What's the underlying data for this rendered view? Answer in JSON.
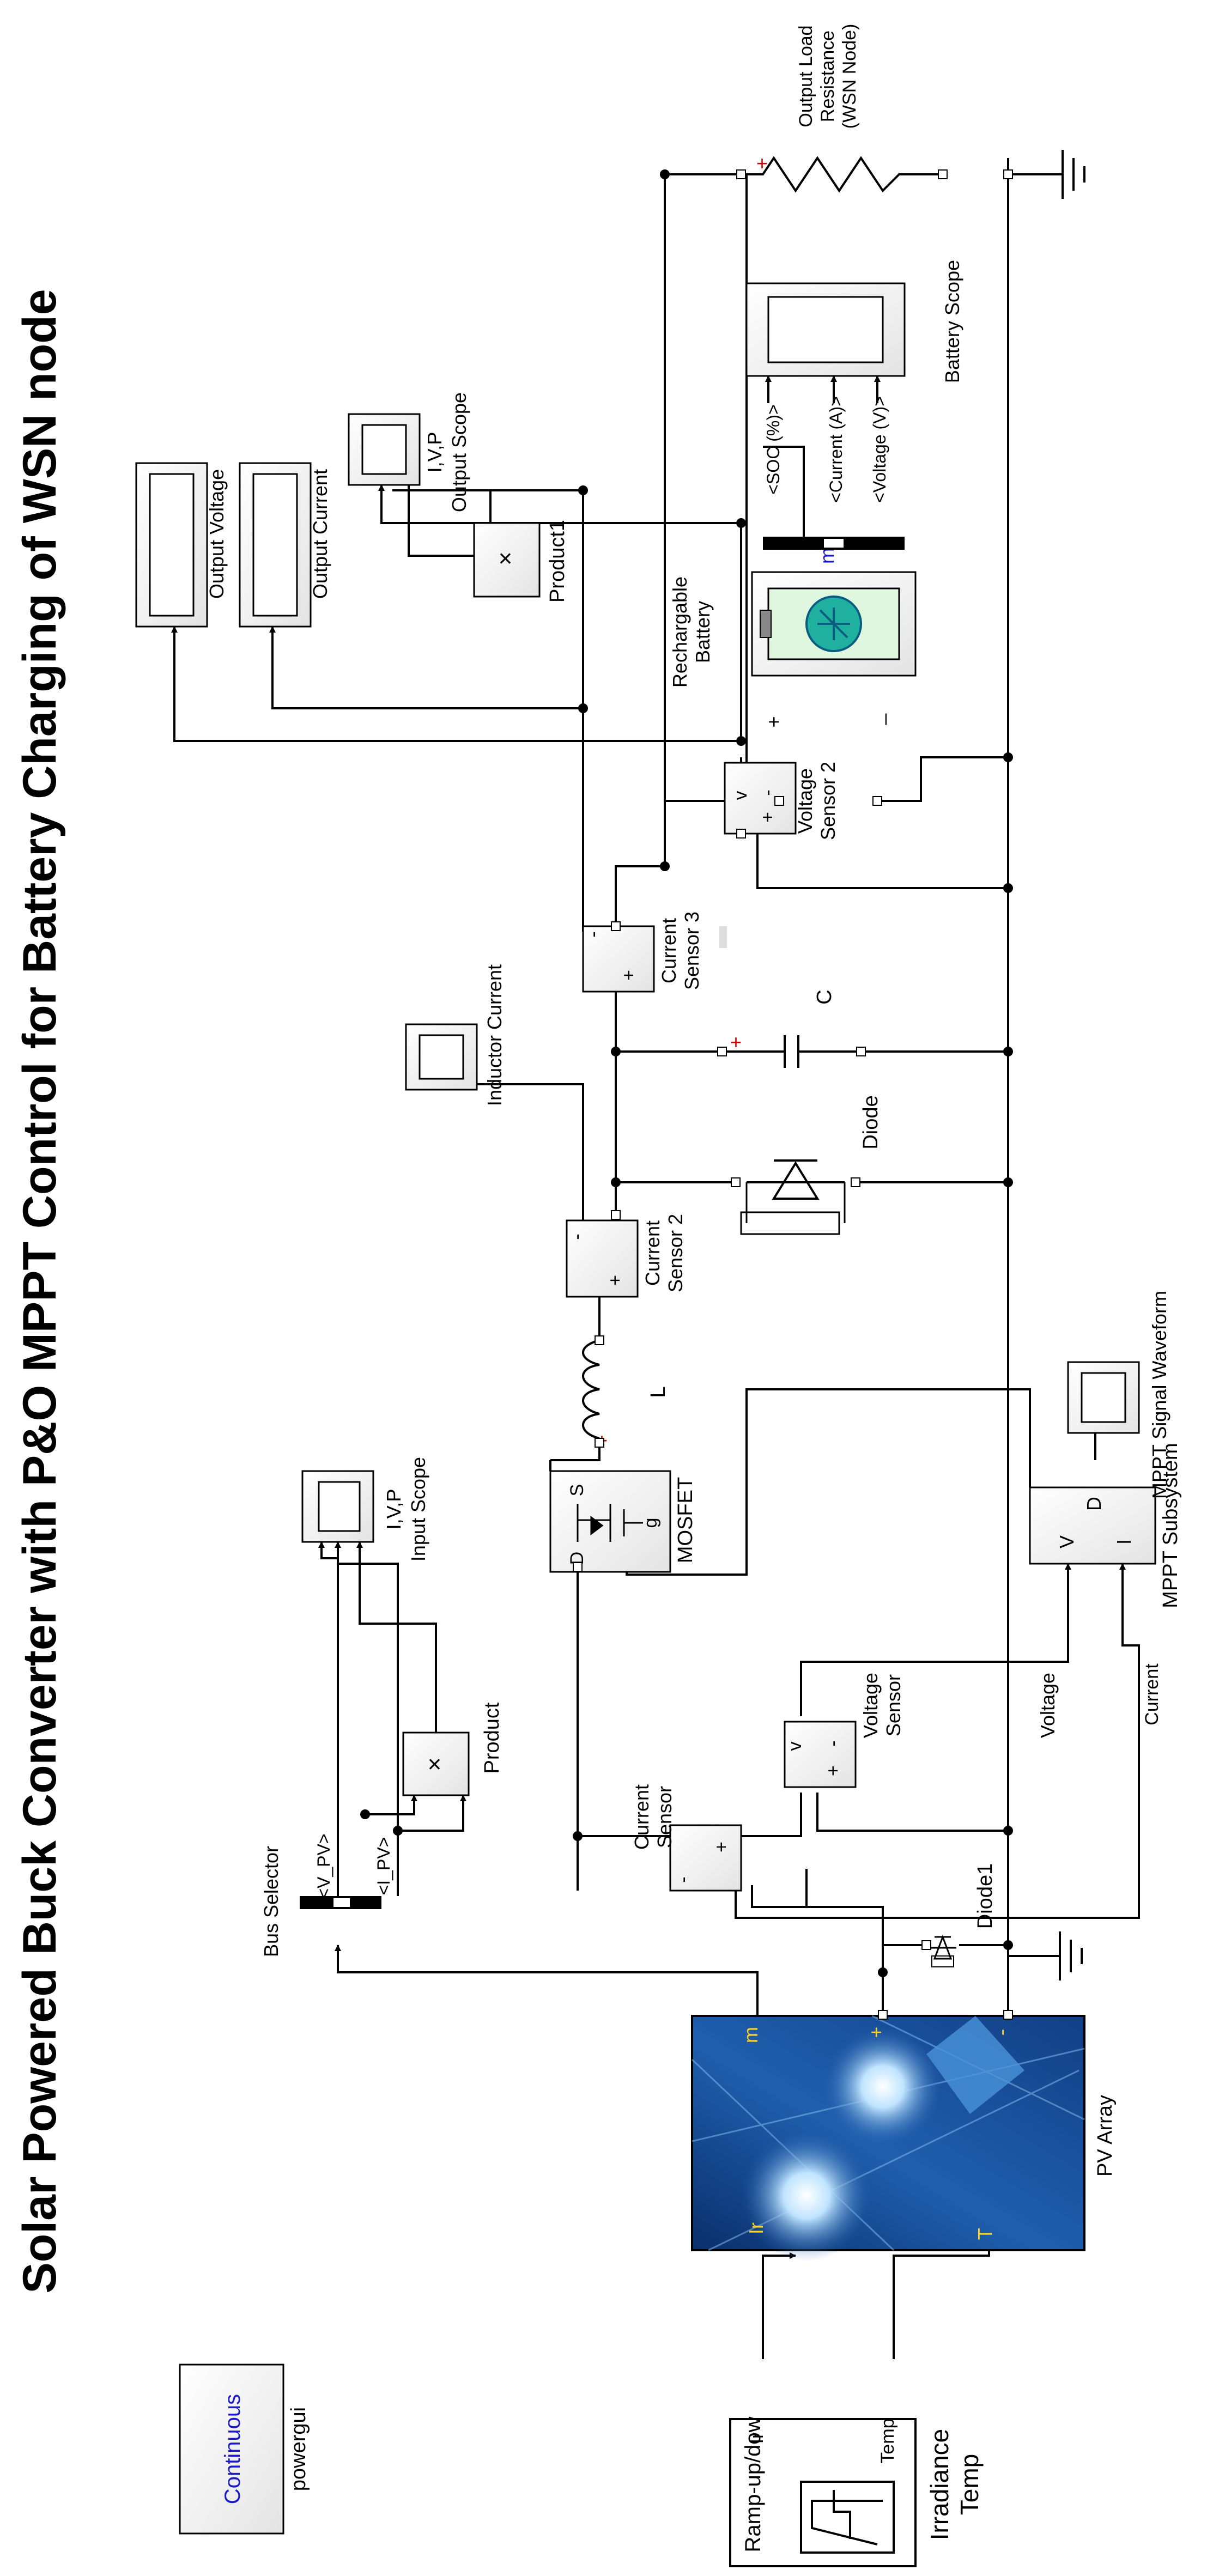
{
  "title": "Solar Powered Buck Converter with P&O MPPT Control for Battery Charging of WSN node",
  "powergui": {
    "button_text": "Continuous",
    "label": "powergui"
  },
  "source": {
    "port_ir": "Ir",
    "port_temp": "Temp",
    "header": "Ramp-up/dow",
    "label_line1": "Irradiance",
    "label_line2": "Temp"
  },
  "pv_array": {
    "label": "PV Array",
    "port_ir": "Ir",
    "port_t": "T",
    "port_m": "m",
    "port_plus": "+",
    "port_minus": "-"
  },
  "bus_selector": {
    "label": "Bus Selector",
    "sig1": "<V_PV>",
    "sig2": "<I_PV>"
  },
  "product": {
    "label": "Product",
    "symbol": "×"
  },
  "input_scope": {
    "label_line1": "I,V,P",
    "label_line2": "Input Scope"
  },
  "diode1": {
    "label": "Diode1"
  },
  "current_sensor": {
    "label_line1": "Current",
    "label_line2": "Sensor",
    "plus": "+",
    "minus": "-"
  },
  "voltage_sensor": {
    "label_line1": "Voltage",
    "label_line2": "Sensor",
    "v": "v",
    "plus": "+",
    "minus": "-"
  },
  "signal_labels": {
    "voltage": "Voltage",
    "current": "Current"
  },
  "mosfet": {
    "label": "MOSFET",
    "d": "D",
    "s": "S",
    "g": "g"
  },
  "mppt": {
    "label": "MPPT Subsystem",
    "v": "V",
    "i": "I",
    "d": "D"
  },
  "mppt_scope": {
    "label": "MPPT Signal Waveform"
  },
  "inductor": {
    "label": "L"
  },
  "current_sensor2": {
    "label_line1": "Current",
    "label_line2": "Sensor 2",
    "plus": "+",
    "minus": "-"
  },
  "inductor_scope": {
    "label": "Inductor Current"
  },
  "diode": {
    "label": "Diode"
  },
  "capacitor": {
    "label": "C"
  },
  "current_sensor3": {
    "label_line1": "Current",
    "label_line2": "Sensor 3",
    "plus": "+",
    "minus": "-"
  },
  "voltage_sensor2": {
    "label_line1": "Voltage",
    "label_line2": "Sensor 2",
    "v": "v",
    "plus": "+",
    "minus": "-"
  },
  "product1": {
    "label": "Product1",
    "symbol": "×"
  },
  "output_voltage_scope": {
    "label": "Output Voltage"
  },
  "output_current_scope": {
    "label": "Output Current"
  },
  "output_scope": {
    "label_line1": "I,V,P",
    "label_line2": "Output Scope"
  },
  "battery": {
    "label_line1": "Rechargable",
    "label_line2": "Battery",
    "plus": "+",
    "minus": "_",
    "m": "m"
  },
  "battery_scope": {
    "label": "Battery Scope",
    "sig1": "<SOC (%)>",
    "sig2": "<Current (A)>",
    "sig3": "<Voltage (V)>"
  },
  "load": {
    "label_line1": "Output Load",
    "label_line2": "Resistance",
    "label_line3": "(WSN Node)"
  },
  "colors": {
    "pv_dark": "#0a2f6b",
    "pv_mid": "#1f5fae",
    "pv_light": "#5aa8e6",
    "port_label": "#ffd21e",
    "polarity_red": "#d40000",
    "link_blue": "#1a1acc"
  }
}
